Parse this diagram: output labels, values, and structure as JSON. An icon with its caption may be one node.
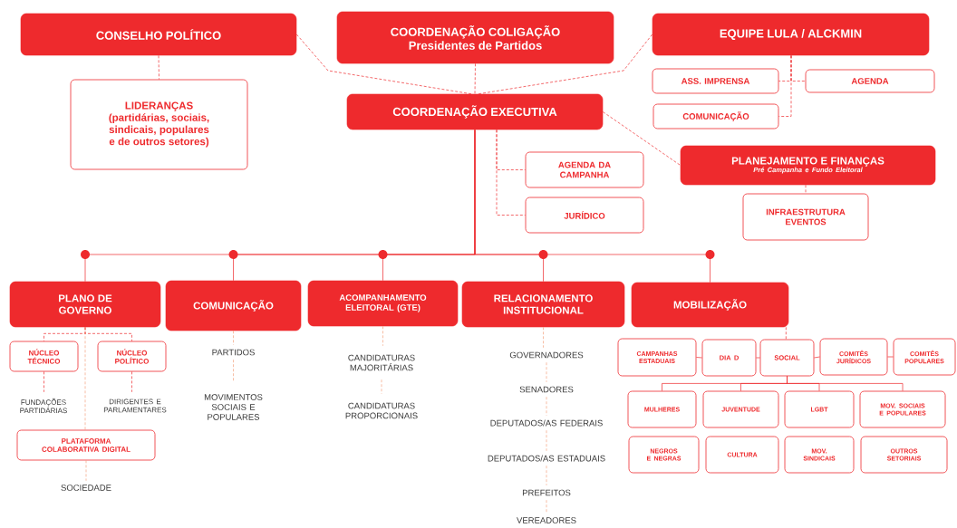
{
  "diagram": {
    "nodes": [
      {
        "text": [
          "CONSELHO POLÍTICO"
        ]
      },
      {
        "text": [
          "COORDENAÇÃO COLIGAÇÃO",
          "Presidentes de Partidos"
        ]
      },
      {
        "text": [
          "EQUIPE LULA / ALCKMIN"
        ]
      },
      {
        "text": [
          "LIDERANÇAS",
          "(partidárias, sociais, sindicais, populares e de outros setores)"
        ]
      },
      {
        "text": [
          "COORDENAÇÃO EXECUTIVA"
        ]
      },
      {
        "text": [
          "ASS. IMPRENSA"
        ]
      },
      {
        "text": [
          "AGENDA"
        ]
      },
      {
        "text": [
          "COMUNICAÇÃO"
        ]
      },
      {
        "text": [
          "AGENDA DA CAMPANHA"
        ]
      },
      {
        "text": [
          "JURÍDICO"
        ]
      },
      {
        "text": [
          "PLANEJAMENTO E FINANÇAS",
          "Pré Campanha e Fundo Eleitoral"
        ]
      },
      {
        "text": [
          "INFRAESTRUTURA EVENTOS"
        ]
      },
      {
        "text": [
          "PLANO DE GOVERNO"
        ]
      },
      {
        "text": [
          "COMUNICAÇÃO"
        ]
      },
      {
        "text": [
          "ACOMPANHAMENTO ELEITORAL (GTE)"
        ]
      },
      {
        "text": [
          "RELACIONAMENTO INSTITUCIONAL"
        ]
      },
      {
        "text": [
          "MOBILIZAÇÃO"
        ]
      },
      {
        "text": [
          "NÚCLEO TÉCNICO"
        ]
      },
      {
        "text": [
          "NÚCLEO POLÍTICO"
        ]
      },
      {
        "text": [
          "FUNDAÇÕES PARTIDÁRIAS"
        ]
      },
      {
        "text": [
          "DIRIGENTES E PARLAMENTARES"
        ]
      },
      {
        "text": [
          "PLATAFORMA COLABORATIVA DIGITAL"
        ]
      },
      {
        "text": [
          "SOCIEDADE"
        ]
      },
      {
        "text": [
          "PARTIDOS"
        ]
      },
      {
        "text": [
          "MOVIMENTOS SOCIAIS E POPULARES"
        ]
      },
      {
        "text": [
          "CANDIDATURAS MAJORITÁRIAS"
        ]
      },
      {
        "text": [
          "CANDIDATURAS PROPORCIONAIS"
        ]
      },
      {
        "text": [
          "GOVERNADORES"
        ]
      },
      {
        "text": [
          "SENADORES"
        ]
      },
      {
        "text": [
          "DEPUTADOS/AS FEDERAIS"
        ]
      },
      {
        "text": [
          "DEPUTADOS/AS ESTADUAIS"
        ]
      },
      {
        "text": [
          "PREFEITOS"
        ]
      },
      {
        "text": [
          "VEREADORES"
        ]
      },
      {
        "text": [
          "CAMPANHAS ESTADUAIS"
        ]
      },
      {
        "text": [
          "DIA D"
        ]
      },
      {
        "text": [
          "SOCIAL"
        ]
      },
      {
        "text": [
          "COMITÊS JURÍDICOS"
        ]
      },
      {
        "text": [
          "COMITÊS POPULARES"
        ]
      },
      {
        "text": [
          "MULHERES"
        ]
      },
      {
        "text": [
          "JUVENTUDE"
        ]
      },
      {
        "text": [
          "LGBT"
        ]
      },
      {
        "text": [
          "MOV. SOCIAIS E POPULARES"
        ]
      },
      {
        "text": [
          "NEGROS E NEGRAS"
        ]
      },
      {
        "text": [
          "CULTURA"
        ]
      },
      {
        "text": [
          "MOV. SINDICAIS"
        ]
      },
      {
        "text": [
          "OUTROS SETORIAIS"
        ]
      }
    ],
    "edges": [
      {
        "from": 0,
        "to": 4,
        "arrow": "none",
        "style": "dashed"
      },
      {
        "from": 1,
        "to": 4,
        "arrow": "none",
        "style": "dashed"
      },
      {
        "from": 2,
        "to": 4,
        "arrow": "none",
        "style": "dashed"
      },
      {
        "from": 0,
        "to": 3,
        "arrow": "none",
        "style": "dashed"
      },
      {
        "from": 2,
        "to": 5,
        "arrow": "none",
        "style": "dashed"
      },
      {
        "from": 2,
        "to": 6,
        "arrow": "none",
        "style": "dashed"
      },
      {
        "from": 2,
        "to": 7,
        "arrow": "none",
        "style": "dashed"
      },
      {
        "from": 4,
        "to": 8,
        "arrow": "none",
        "style": "dashed"
      },
      {
        "from": 4,
        "to": 9,
        "arrow": "none",
        "style": "dashed"
      },
      {
        "from": 4,
        "to": 10,
        "arrow": "none",
        "style": "dashed"
      },
      {
        "from": 10,
        "to": 11,
        "arrow": "none",
        "style": "dashed"
      },
      {
        "from": 4,
        "to": 12,
        "arrow": "none"
      },
      {
        "from": 4,
        "to": 13,
        "arrow": "none"
      },
      {
        "from": 4,
        "to": 14,
        "arrow": "none"
      },
      {
        "from": 4,
        "to": 15,
        "arrow": "none"
      },
      {
        "from": 4,
        "to": 16,
        "arrow": "none"
      },
      {
        "from": 12,
        "to": 17,
        "arrow": "none",
        "style": "dashed"
      },
      {
        "from": 12,
        "to": 18,
        "arrow": "none",
        "style": "dashed"
      },
      {
        "from": 17,
        "to": 19,
        "arrow": "none",
        "style": "dashed"
      },
      {
        "from": 18,
        "to": 20,
        "arrow": "none",
        "style": "dashed"
      },
      {
        "from": 12,
        "to": 21,
        "arrow": "none",
        "style": "dashed",
        "color": "#f4a27e"
      },
      {
        "from": 21,
        "to": 22,
        "arrow": "none",
        "style": "dashed",
        "color": "#f4a27e"
      },
      {
        "from": 13,
        "to": 23,
        "arrow": "none",
        "style": "dashed",
        "color": "#f4a27e"
      },
      {
        "from": 23,
        "to": 24,
        "arrow": "none",
        "style": "dashed",
        "color": "#f4a27e"
      },
      {
        "from": 14,
        "to": 25,
        "arrow": "none",
        "style": "dashed",
        "color": "#f4a27e"
      },
      {
        "from": 25,
        "to": 26,
        "arrow": "none",
        "style": "dashed",
        "color": "#f4a27e"
      },
      {
        "from": 15,
        "to": 27,
        "arrow": "none",
        "style": "dashed",
        "color": "#f4a27e"
      },
      {
        "from": 27,
        "to": 28,
        "arrow": "none",
        "style": "dashed",
        "color": "#f4a27e"
      },
      {
        "from": 28,
        "to": 29,
        "arrow": "none",
        "style": "dashed",
        "color": "#f4a27e"
      },
      {
        "from": 29,
        "to": 30,
        "arrow": "none",
        "style": "dashed",
        "color": "#f4a27e"
      },
      {
        "from": 30,
        "to": 31,
        "arrow": "none",
        "style": "dashed",
        "color": "#f4a27e"
      },
      {
        "from": 31,
        "to": 32,
        "arrow": "none",
        "style": "dashed",
        "color": "#f4a27e"
      },
      {
        "from": 16,
        "to": 35,
        "arrow": "none",
        "style": "dashed"
      },
      {
        "from": 33,
        "to": 34,
        "arrow": "none"
      },
      {
        "from": 34,
        "to": 35,
        "arrow": "none"
      },
      {
        "from": 35,
        "to": 36,
        "arrow": "none"
      },
      {
        "from": 36,
        "to": 37,
        "arrow": "none"
      },
      {
        "from": 35,
        "to": 38,
        "arrow": "none"
      },
      {
        "from": 35,
        "to": 39,
        "arrow": "none"
      },
      {
        "from": 35,
        "to": 40,
        "arrow": "none"
      },
      {
        "from": 35,
        "to": 41,
        "arrow": "none"
      }
    ]
  }
}
